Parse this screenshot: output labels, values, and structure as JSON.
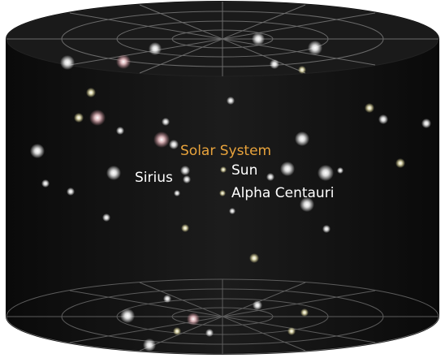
{
  "colors": {
    "background": "#ffffff",
    "cylinder_body": "#151515",
    "cylinder_edge": "#000000",
    "grid_lines": "#6a6a6a",
    "label_white": "#ffffff",
    "label_accent": "#e8a33c"
  },
  "labels": {
    "solar_system": "Solar System",
    "sirius": "Sirius",
    "sun": "Sun",
    "alpha_centauri": "Alpha Centauri"
  }
}
